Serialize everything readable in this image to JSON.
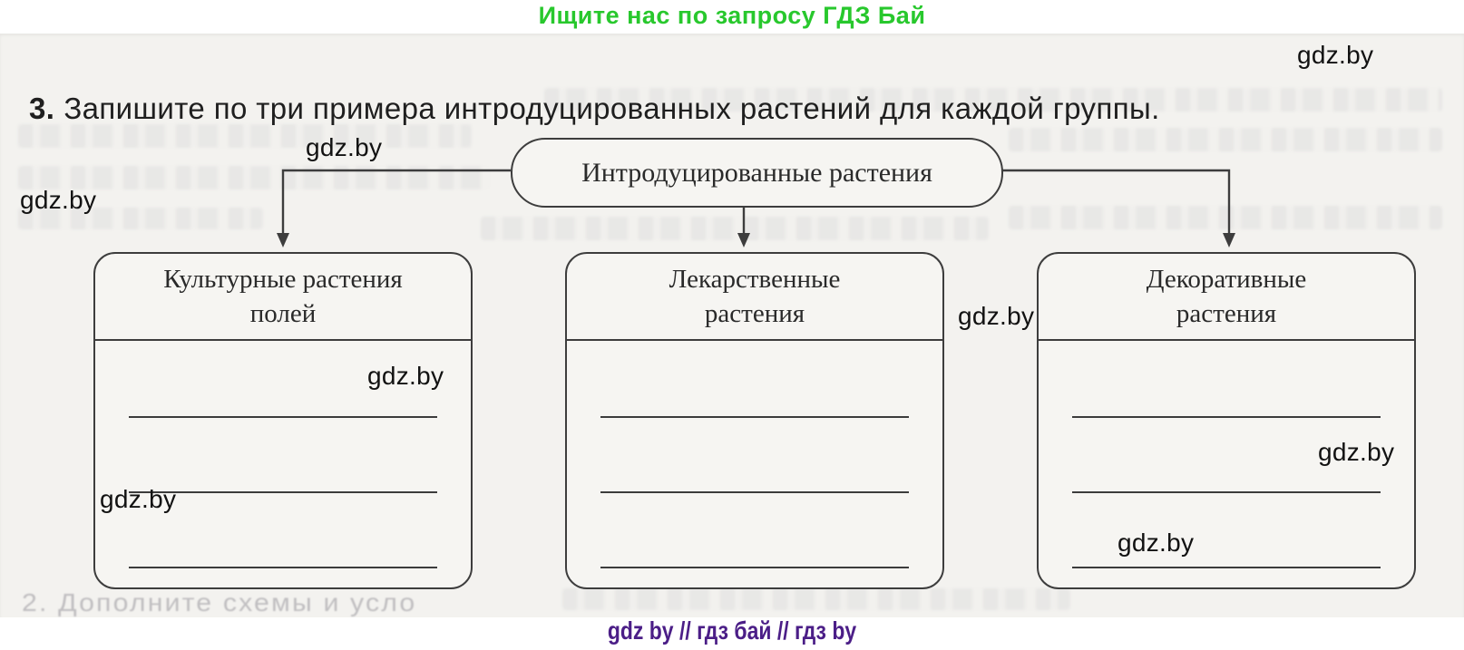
{
  "banner": {
    "text": "Ищите нас по запросу ГДЗ Бай",
    "color": "#28c82d"
  },
  "footer": {
    "text": "gdz by  //  гдз бай  //  гдз by",
    "color": "#4b1e87"
  },
  "watermark": {
    "label": "gdz.by",
    "count": 8
  },
  "task": {
    "number": "3.",
    "text": "Запишите по три примера интродуцированных растений для каждой группы."
  },
  "diagram": {
    "root_label": "Интродуцированные растения",
    "groups": [
      {
        "line1": "Культурные растения",
        "line2": "полей"
      },
      {
        "line1": "Лекарственные",
        "line2": "растения"
      },
      {
        "line1": "Декоративные",
        "line2": "растения"
      }
    ],
    "blanks_per_group": 3
  },
  "bleedthrough": {
    "fragment": "2. Дополните схемы и усло"
  },
  "colors": {
    "paper": "#f3f2ef",
    "ink": "#1f1f1f",
    "line": "#3d3d3d"
  }
}
